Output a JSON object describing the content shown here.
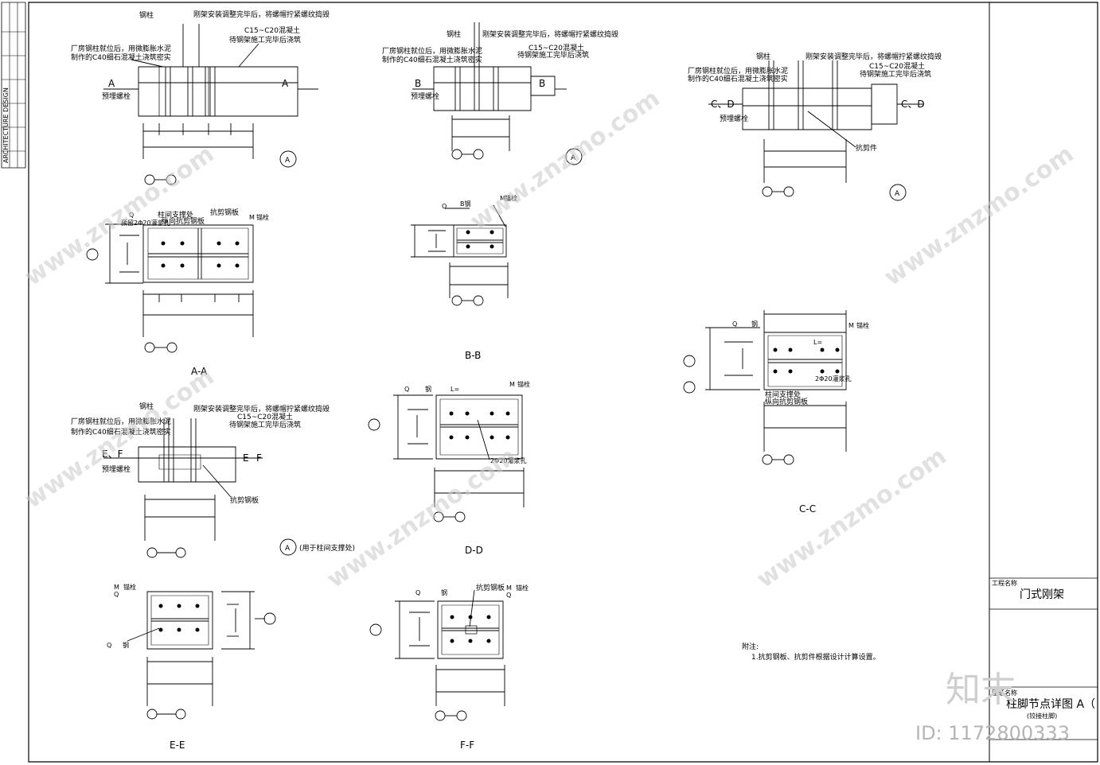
{
  "drawing": {
    "project_label": "工程名称",
    "project_name": "门式刚架",
    "drawing_name_label": "图纸名称",
    "drawing_title": "柱脚节点详图 A（",
    "drawing_subtitle": "(铰接柱脚)",
    "notes_label": "附注:",
    "notes_text": "1.抗剪钢板、抗剪件根据设计计算设置。",
    "watermark_site": "www.znzmo.com",
    "watermark_logo": "知末",
    "watermark_id": "ID: 1172800333",
    "left_strip_text": "ARCHITECTURE DESIGN"
  },
  "labels": {
    "steel_column": "钢柱",
    "note_install": "刚架安装调整完毕后，将螺帽拧紧螺纹捣毁",
    "note_factory": "厂房钢柱就位后，用微膨胀水泥",
    "note_c40": "制作的C40细石混凝土浇筑密实",
    "note_c15": "C15~C20混凝土",
    "note_pour": "待钢架施工完毕后浇筑",
    "embedded_bolt": "预埋螺栓",
    "shear_plate": "抗剪钢板",
    "shear_piece": "抗剪件",
    "bracing": "柱间支撑处",
    "longitudinal_shear": "纵向抗剪钢板",
    "grout_hole_a": "预留2Φ20灌浆孔",
    "grout_hole": "2Φ20灌浆孔",
    "anchor": "锚栓",
    "steel_m": "M",
    "steel_q": "Q",
    "steel_b": "B钢",
    "steel_g": "钢",
    "l_eq": "L=",
    "bracing_note": "(用于柱间支撑处)",
    "detail_a": "A"
  },
  "sections": {
    "aa": "A-A",
    "bb": "B-B",
    "cc": "C-C",
    "dd": "D-D",
    "ee": "E-E",
    "ff": "F-F",
    "cut_a": "A",
    "cut_b": "B",
    "cut_cd": "C、D",
    "cut_ef": "E、F",
    "cut_e": "E",
    "cut_f": "F"
  }
}
